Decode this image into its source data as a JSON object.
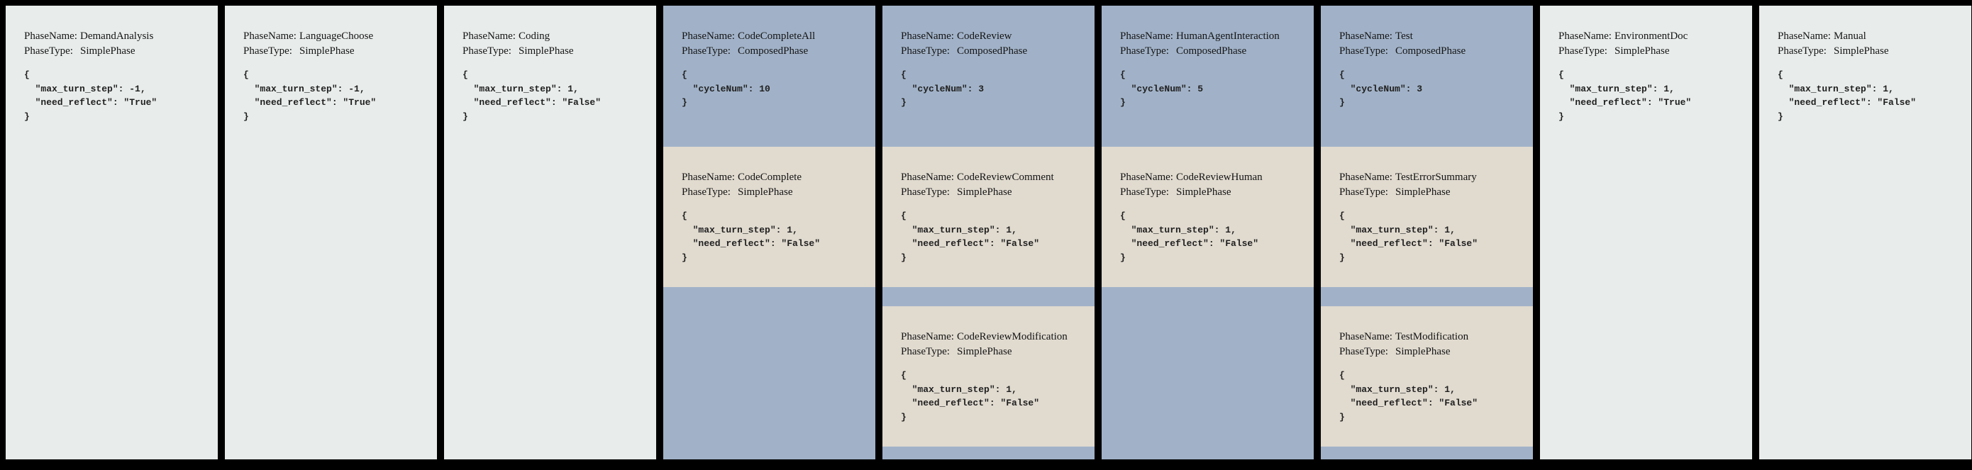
{
  "labels": {
    "phase_name": "PhaseName:",
    "phase_type": "PhaseType:"
  },
  "colors": {
    "background": "#000000",
    "simple_phase_bg": "#e8eceb",
    "composed_phase_bg": "#a1b2c8",
    "nested_phase_bg": "#e0dacf"
  },
  "columns": [
    {
      "name": "DemandAnalysis",
      "type": "SimplePhase",
      "json_text": "{\n  \"max_turn_step\": -1,\n  \"need_reflect\": \"True\"\n}"
    },
    {
      "name": "LanguageChoose",
      "type": "SimplePhase",
      "json_text": "{\n  \"max_turn_step\": -1,\n  \"need_reflect\": \"True\"\n}"
    },
    {
      "name": "Coding",
      "type": "SimplePhase",
      "json_text": "{\n  \"max_turn_step\": 1,\n  \"need_reflect\": \"False\"\n}"
    },
    {
      "name": "CodeCompleteAll",
      "type": "ComposedPhase",
      "json_text": "{\n  \"cycleNum\": 10\n}",
      "children": [
        {
          "name": "CodeComplete",
          "type": "SimplePhase",
          "json_text": "{\n  \"max_turn_step\": 1,\n  \"need_reflect\": \"False\"\n}"
        }
      ]
    },
    {
      "name": "CodeReview",
      "type": "ComposedPhase",
      "json_text": "{\n  \"cycleNum\": 3\n}",
      "children": [
        {
          "name": "CodeReviewComment",
          "type": "SimplePhase",
          "json_text": "{\n  \"max_turn_step\": 1,\n  \"need_reflect\": \"False\"\n}"
        },
        {
          "name": "CodeReviewModification",
          "type": "SimplePhase",
          "json_text": "{\n  \"max_turn_step\": 1,\n  \"need_reflect\": \"False\"\n}"
        }
      ]
    },
    {
      "name": "HumanAgentInteraction",
      "type": "ComposedPhase",
      "json_text": "{\n  \"cycleNum\": 5\n}",
      "children": [
        {
          "name": "CodeReviewHuman",
          "type": "SimplePhase",
          "json_text": "{\n  \"max_turn_step\": 1,\n  \"need_reflect\": \"False\"\n}"
        }
      ]
    },
    {
      "name": "Test",
      "type": "ComposedPhase",
      "json_text": "{\n  \"cycleNum\": 3\n}",
      "children": [
        {
          "name": "TestErrorSummary",
          "type": "SimplePhase",
          "json_text": "{\n  \"max_turn_step\": 1,\n  \"need_reflect\": \"False\"\n}"
        },
        {
          "name": "TestModification",
          "type": "SimplePhase",
          "json_text": "{\n  \"max_turn_step\": 1,\n  \"need_reflect\": \"False\"\n}"
        }
      ]
    },
    {
      "name": "EnvironmentDoc",
      "type": "SimplePhase",
      "json_text": "{\n  \"max_turn_step\": 1,\n  \"need_reflect\": \"True\"\n}"
    },
    {
      "name": "Manual",
      "type": "SimplePhase",
      "json_text": "{\n  \"max_turn_step\": 1,\n  \"need_reflect\": \"False\"\n}"
    }
  ]
}
